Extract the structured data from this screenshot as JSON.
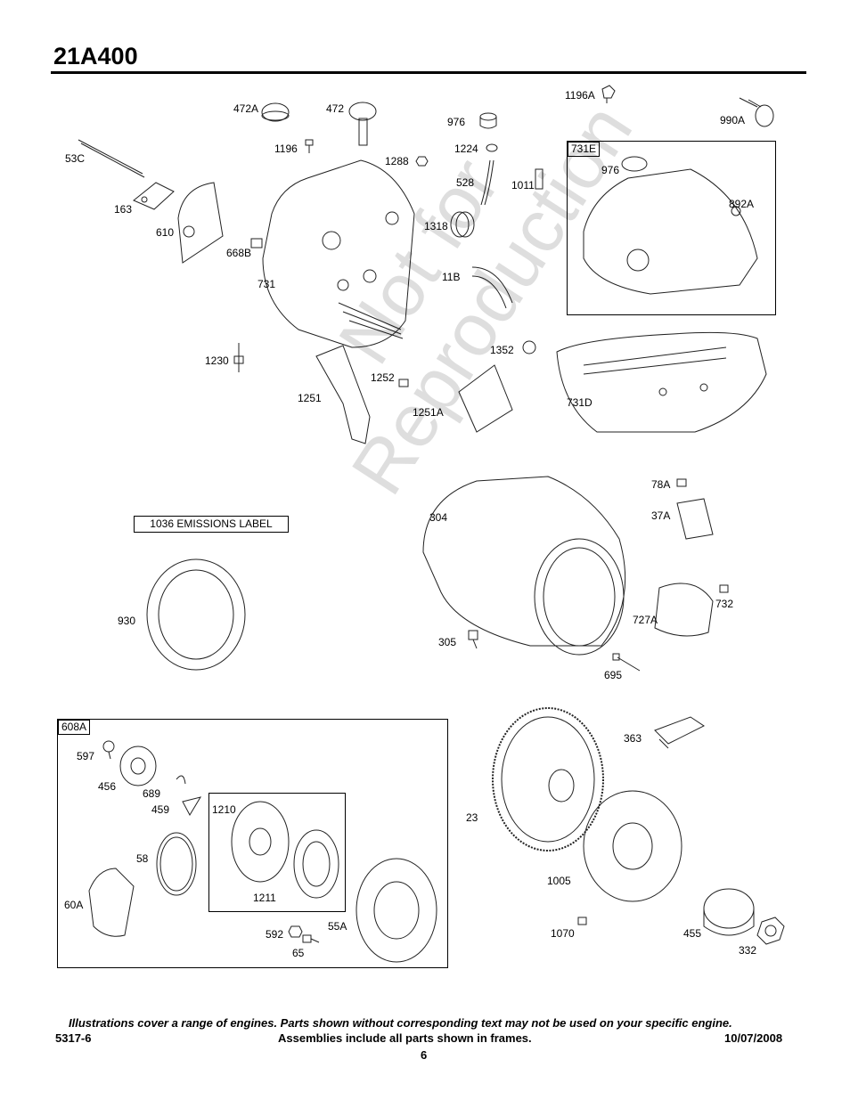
{
  "header": {
    "title": "21A400"
  },
  "watermark": {
    "line1": "Not for",
    "line2": "Reproduction"
  },
  "frames": {
    "f731E": "731E",
    "f608A": "608A",
    "f1210": "1210",
    "emissions": "1036 EMISSIONS LABEL"
  },
  "parts": {
    "p1196A": "1196A",
    "p990A": "990A",
    "p472A": "472A",
    "p472": "472",
    "p976a": "976",
    "p53C": "53C",
    "p1196": "1196",
    "p1224": "1224",
    "p1288": "1288",
    "p528": "528",
    "p1011": "1011",
    "p976b": "976",
    "p892A": "892A",
    "p163": "163",
    "p610": "610",
    "p1318": "1318",
    "p668B": "668B",
    "p11B": "11B",
    "p731": "731",
    "p1352": "1352",
    "p1230": "1230",
    "p1252": "1252",
    "p1251": "1251",
    "p1251A": "1251A",
    "p731D": "731D",
    "p78A": "78A",
    "p304": "304",
    "p37A": "37A",
    "p930": "930",
    "p732": "732",
    "p727A": "727A",
    "p305": "305",
    "p695": "695",
    "p597": "597",
    "p363": "363",
    "p456": "456",
    "p689": "689",
    "p459": "459",
    "p23": "23",
    "p58": "58",
    "p1005": "1005",
    "p60A": "60A",
    "p1211": "1211",
    "p55A": "55A",
    "p592": "592",
    "p1070": "1070",
    "p455": "455",
    "p65": "65",
    "p332": "332"
  },
  "footer": {
    "note": "Illustrations cover a range of engines. Parts shown without corresponding text may not be used on your specific engine.",
    "code": "5317-6",
    "assemblies": "Assemblies include all parts shown in frames.",
    "date": "10/07/2008",
    "page": "6"
  }
}
